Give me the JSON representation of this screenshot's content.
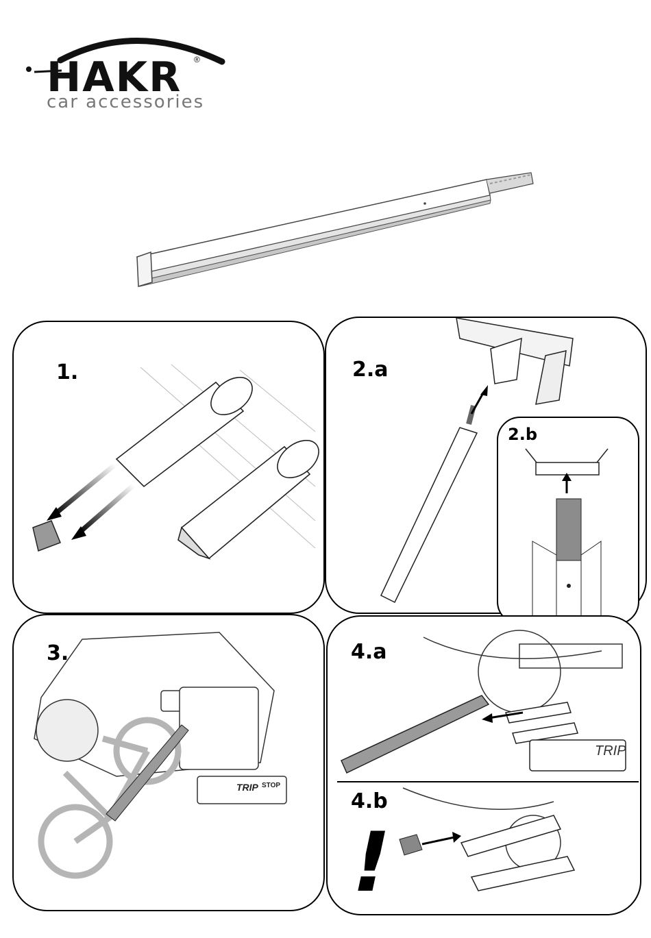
{
  "brand": {
    "name": "HAKR",
    "registered_mark": "®",
    "tagline": "car accessories"
  },
  "steps": {
    "step1": "1.",
    "step2a": "2.a",
    "step2b": "2.b",
    "step3": "3.",
    "step4a": "4.a",
    "step4b": "4.b"
  },
  "warning_symbol": "!",
  "carrier_text": {
    "trip": "TRIP",
    "stop": "STOP"
  },
  "colors": {
    "outline": "#000000",
    "ramp_fill": "#9a9a9a",
    "bike_gray": "#b5b5b5",
    "insert_gray": "#8c8c8c"
  }
}
